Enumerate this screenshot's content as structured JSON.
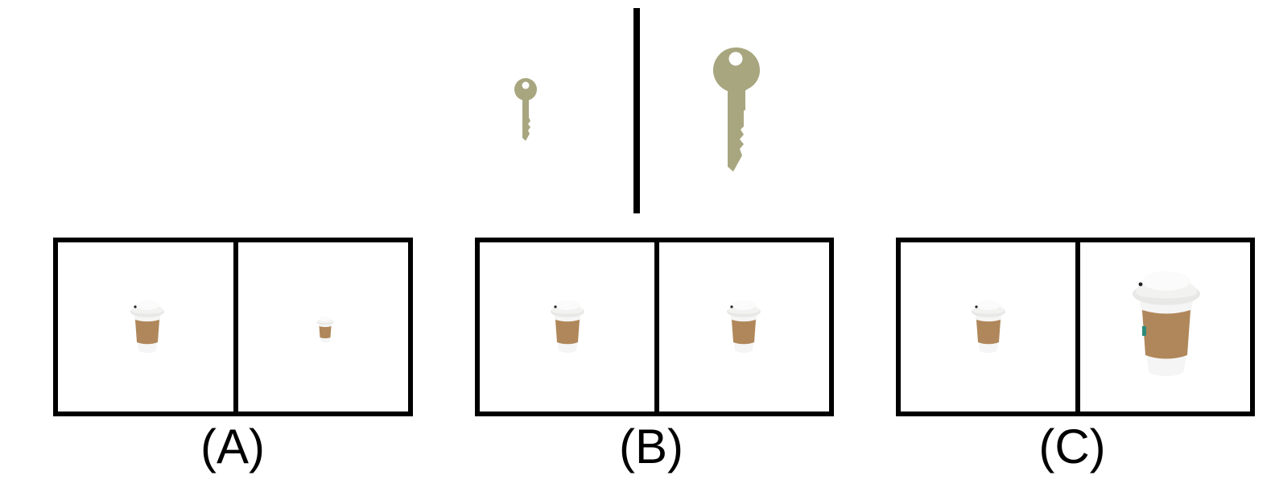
{
  "prompt": {
    "left_item": "small-key",
    "right_item": "large-key",
    "key_color": "#a8a67f"
  },
  "options": [
    {
      "label": "(A)",
      "left": "cup-medium",
      "right": "cup-small"
    },
    {
      "label": "(B)",
      "left": "cup-medium",
      "right": "cup-medium"
    },
    {
      "label": "(C)",
      "left": "cup-medium",
      "right": "cup-large"
    }
  ],
  "colors": {
    "border": "#000000",
    "cup_lid": "#f2f2f0",
    "cup_sleeve": "#b0875a",
    "cup_body": "#f5f5f5"
  }
}
